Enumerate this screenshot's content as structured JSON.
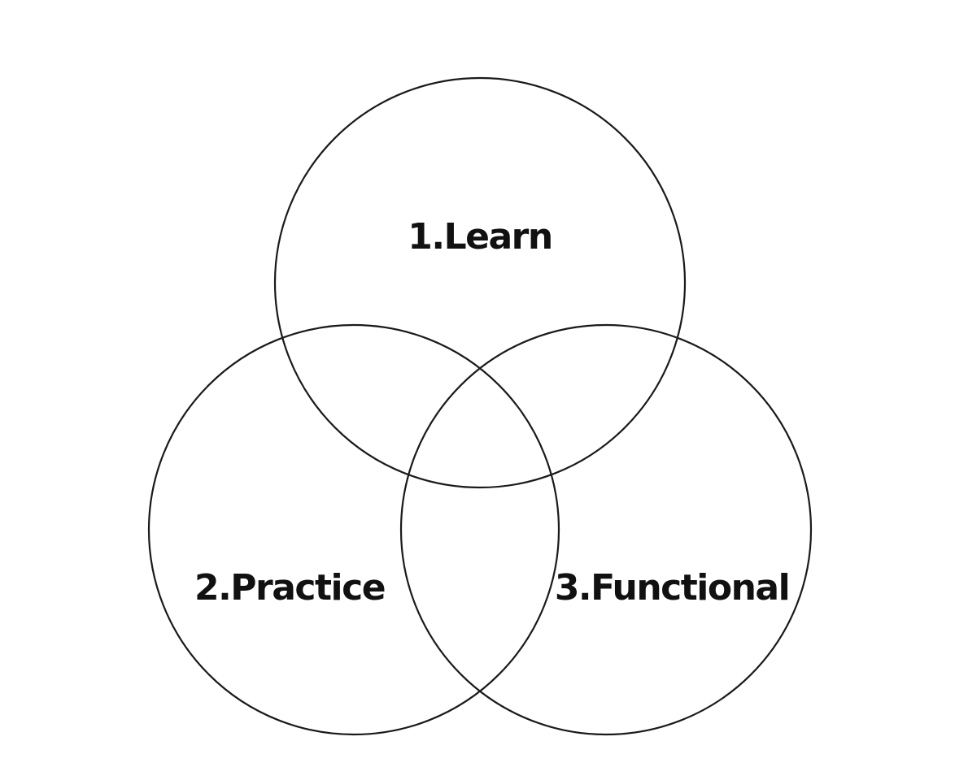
{
  "diagram": {
    "type": "venn",
    "sets": [
      {
        "id": "learn",
        "label": "1.Learn"
      },
      {
        "id": "practice",
        "label": "2.Practice"
      },
      {
        "id": "functional",
        "label": "3.Functional"
      }
    ]
  },
  "colors": {
    "stroke": "#1a1a1a",
    "text": "#111111",
    "background": "#ffffff"
  }
}
